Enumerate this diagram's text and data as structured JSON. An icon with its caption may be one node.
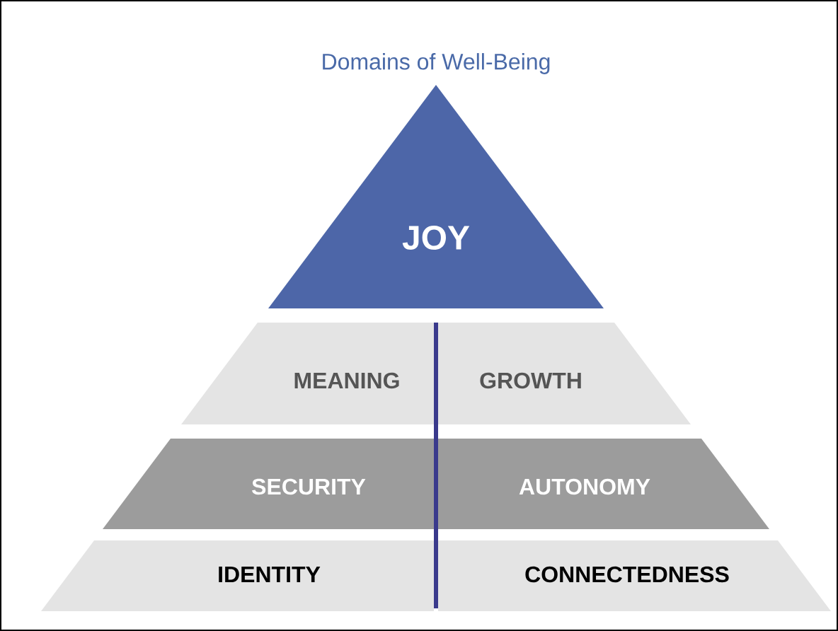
{
  "diagram": {
    "title": "Domains of Well-Being",
    "nodes": [
      {
        "text": [
          "JOY"
        ]
      },
      {
        "text": [
          "MEANING"
        ]
      },
      {
        "text": [
          "GROWTH"
        ]
      },
      {
        "text": [
          "SECURITY"
        ]
      },
      {
        "text": [
          "AUTONOMY"
        ]
      },
      {
        "text": [
          "IDENTITY"
        ]
      },
      {
        "text": [
          "CONNECTEDNESS"
        ]
      }
    ]
  }
}
